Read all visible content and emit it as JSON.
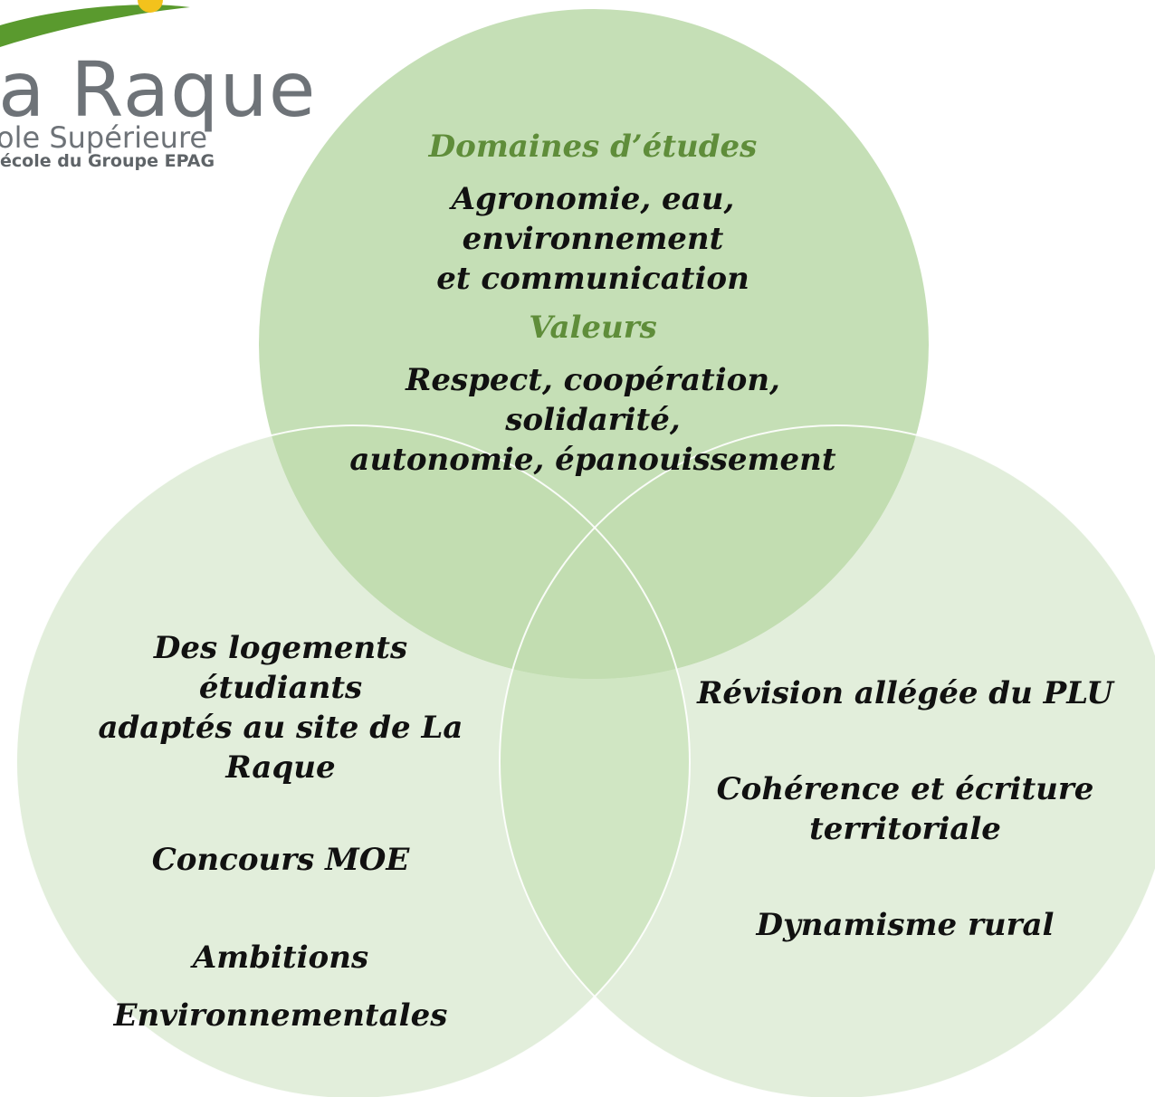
{
  "logo": {
    "name": "a Raque",
    "subtitle": "ole Supérieure",
    "group": "école du Groupe EPAG",
    "colors": {
      "green": "#5a9a2e",
      "yellow": "#f3c21c",
      "text": "#6e7378"
    }
  },
  "colors": {
    "circle_top": "#c5dfb6",
    "circle_bottom": "#e2eedb",
    "overlap": "#c0dcae",
    "heading": "#5f8d3a",
    "text": "#111111"
  },
  "top_circle": {
    "heading1": "Domaines d’études",
    "text1_line1": "Agronomie, eau, environnement",
    "text1_line2": "et communication",
    "heading2": "Valeurs",
    "text2_line1": "Respect, coopération, solidarité,",
    "text2_line2": "autonomie, épanouissement"
  },
  "left_circle": {
    "line1": "Des logements étudiants",
    "line2": "adaptés au site de La",
    "line3": "Raque",
    "item2": "Concours MOE",
    "item3_line1": "Ambitions",
    "item3_line2": "Environnementales"
  },
  "right_circle": {
    "item1": "Révision allégée du PLU",
    "item2_line1": "Cohérence et écriture",
    "item2_line2": "territoriale",
    "item3": "Dynamisme rural"
  }
}
